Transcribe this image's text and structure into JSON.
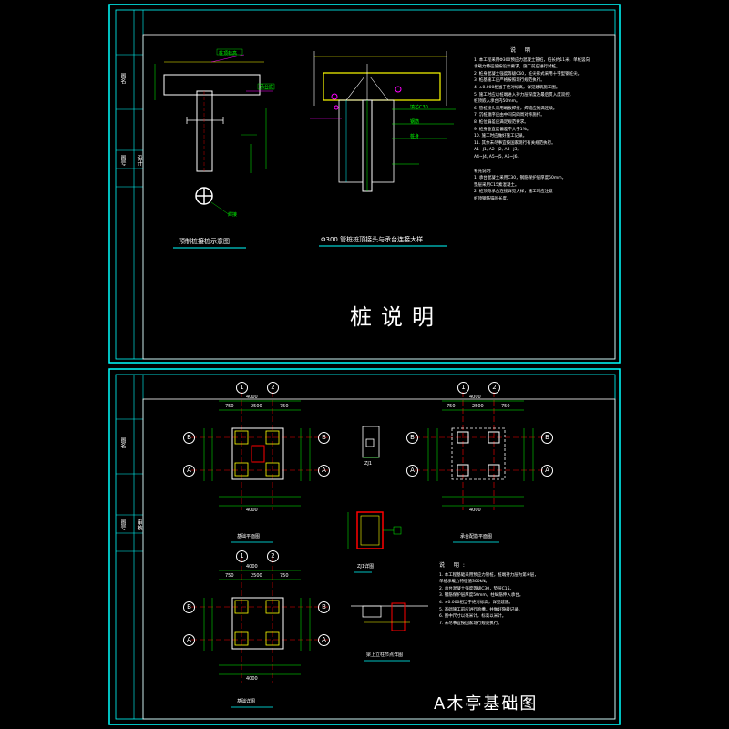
{
  "sheet_top": {
    "title": "桩说明",
    "caption_left": "预制桩接桩示意图",
    "caption_right": "Φ300 管桩桩顶接头与承台连接大样",
    "notes_heading": "说 明",
    "notes": [
      "1. 本工程采用Φ300预应力混凝土管桩，桩长约11米，单桩竖向",
      "   承载力特征值按设计要求，施工前应进行试桩。",
      "2. 桩身混凝土强度等级C60，桩尖形式采用十字型钢桩尖。",
      "3. 桩基施工应严格按照现行规范执行。",
      "4. ±0.000相当于绝对标高，详见建筑施工图。",
      "5. 施工时应以桩端进入持力层深度及最后贯入度双控，",
      "   桩顶嵌入承台内50mm。",
      "6. 管桩接头采用端板焊接，焊缝应饱满连续。",
      "7. 沉桩顺序应由中间向四周对称施打。",
      "8. 桩位偏差应满足规范要求。",
      "9. 桩身垂直度偏差不大于1%。",
      "10. 施工时应做好施工记录。",
      "11. 其余未尽事宜按国家现行有关规范执行。",
      "    A1~J1, A2~J2, A3~J3,",
      "    A4~J4, A5~J5, A6~J6."
    ],
    "notes2_heading": "补充说明:",
    "notes2": [
      "1. 承台混凝土采用C30，钢筋保护层厚度50mm，",
      "   垫层采用C15素混凝土。",
      "2. 桩顶与承台连接详见大样，施工时应注意",
      "   桩顶钢筋锚固长度。"
    ],
    "dim_labels": [
      "桩顶标高",
      "承台底",
      "填芯C30",
      "钢筋",
      "桩身",
      "焊接"
    ]
  },
  "sheet_bottom": {
    "title": "A木亭基础图",
    "grid_numbers": [
      "1",
      "2"
    ],
    "grid_letters": [
      "B",
      "A"
    ],
    "dims": {
      "overall": "4000",
      "edge": "750",
      "middle": "2500"
    },
    "captions": [
      "基础平面图",
      "承台配筋平面图",
      "基础详图",
      "ZJ1",
      "ZJ1详图",
      "梁上立柱节点详图"
    ],
    "notes_heading": "说 明:",
    "notes": [
      "1. 本工程基础采用预应力管桩，桩端持力层为第④层，",
      "   单桩承载力特征值300kN。",
      "2. 承台混凝土强度等级C30，垫层C15。",
      "3. 钢筋保护层厚度50mm，柱纵筋伸入承台。",
      "4. ±0.000相当于绝对标高，详见建施。",
      "5. 基础施工前应进行验槽，并做好隐蔽记录。",
      "6. 图中尺寸以毫米计，标高以米计。",
      "7. 未尽事宜按国家现行规范执行。"
    ]
  },
  "title_block": {
    "labels": [
      "图名",
      "图号",
      "设计",
      "审核"
    ]
  },
  "colors": {
    "frame": "#00ffff",
    "inner": "#ffffff",
    "axis": "#ff0000",
    "dims": "#00ff00",
    "magenta": "#ff00ff",
    "yellow": "#ffff00"
  }
}
